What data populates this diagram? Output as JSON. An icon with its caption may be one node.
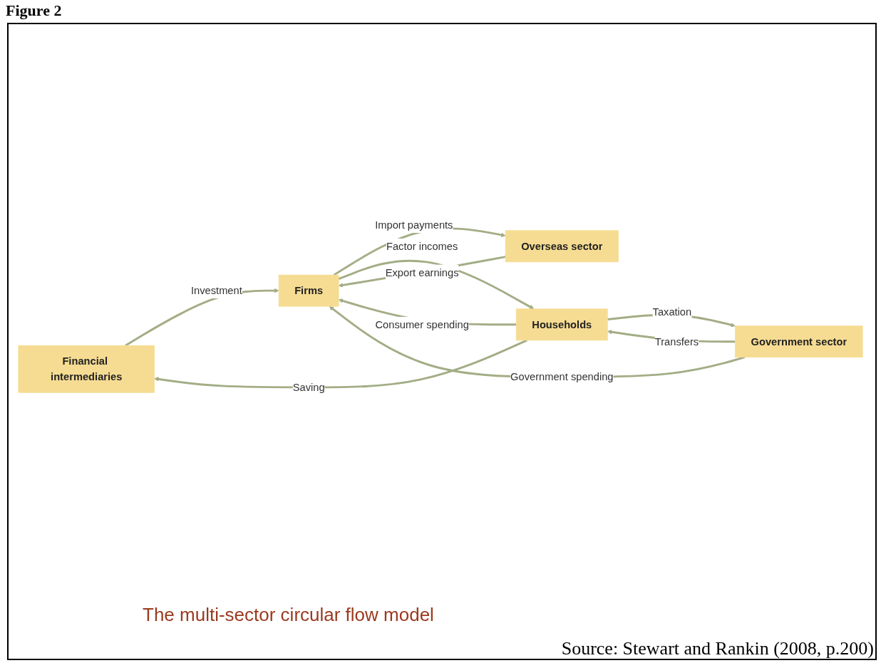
{
  "diagram": {
    "title": "Figure 2",
    "caption": "The multi-sector circular flow model",
    "nodes": [
      {
        "text": [
          "Financial intermediaries"
        ]
      },
      {
        "text": [
          "Overseas sector"
        ]
      },
      {
        "text": [
          "Households"
        ]
      },
      {
        "text": [
          "Government sector"
        ]
      },
      {
        "text": [
          "Firms"
        ]
      }
    ],
    "edges": [
      {
        "from": 2,
        "to": 0,
        "arrow": "to",
        "label": "Saving"
      },
      {
        "from": 0,
        "to": 4,
        "arrow": "to",
        "label": "Investment"
      },
      {
        "from": 4,
        "to": 1,
        "arrow": "to",
        "label": "Import payments"
      },
      {
        "from": 1,
        "to": 4,
        "arrow": "to",
        "label": "Export earnings"
      },
      {
        "from": 2,
        "to": 4,
        "arrow": "to",
        "label": "Consumer spending"
      },
      {
        "from": 3,
        "to": 4,
        "arrow": "to",
        "label": "Government spending"
      },
      {
        "from": 4,
        "to": 2,
        "arrow": "to",
        "label": "Factor incomes"
      },
      {
        "from": 3,
        "to": 2,
        "arrow": "to",
        "label": "Transfers"
      },
      {
        "from": 2,
        "to": 3,
        "arrow": "to",
        "label": "Taxation"
      }
    ],
    "labels": [
      "Source: Stewart and Rankin (2008, p.200)"
    ]
  }
}
